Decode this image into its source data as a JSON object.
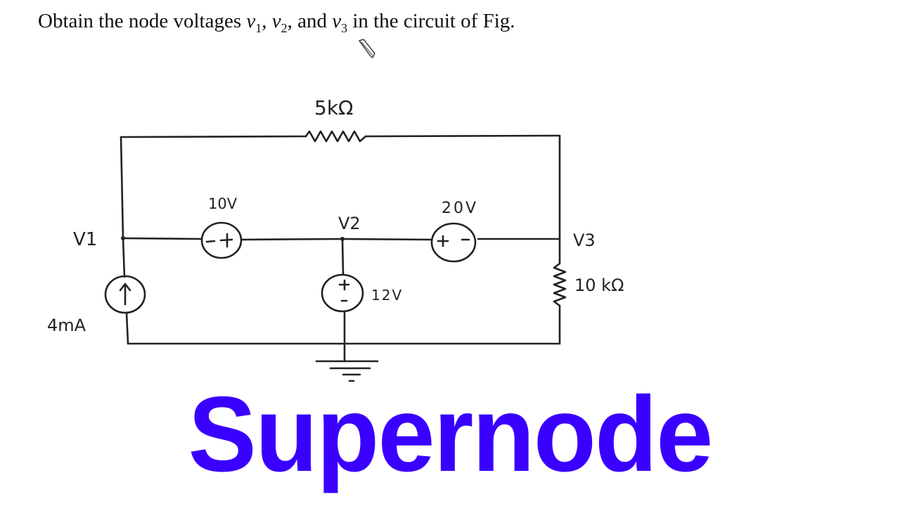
{
  "problem": {
    "text_before": "Obtain the node voltages ",
    "v1": "v",
    "v1_sub": "1",
    "sep1": ", ",
    "v2": "v",
    "v2_sub": "2",
    "sep2": ", and ",
    "v3": "v",
    "v3_sub": "3",
    "text_after": " in the circuit of Fig."
  },
  "circuit": {
    "resistor_top_label": "5kΩ",
    "resistor_right_label": "10 kΩ",
    "source_10v_label": "10V",
    "source_10v_polarity": "- +",
    "source_20v_label": "20V",
    "source_20v_polarity": "+ -",
    "source_12v_label": "12V",
    "source_12v_plus": "+",
    "source_12v_minus": "-",
    "current_source_label": "4mA",
    "node_v1_label": "V1",
    "node_v2_label": "V2",
    "node_v3_label": "V3"
  },
  "title": "Supernode",
  "colors": {
    "title": "#3a00ff",
    "ink": "#222222"
  }
}
